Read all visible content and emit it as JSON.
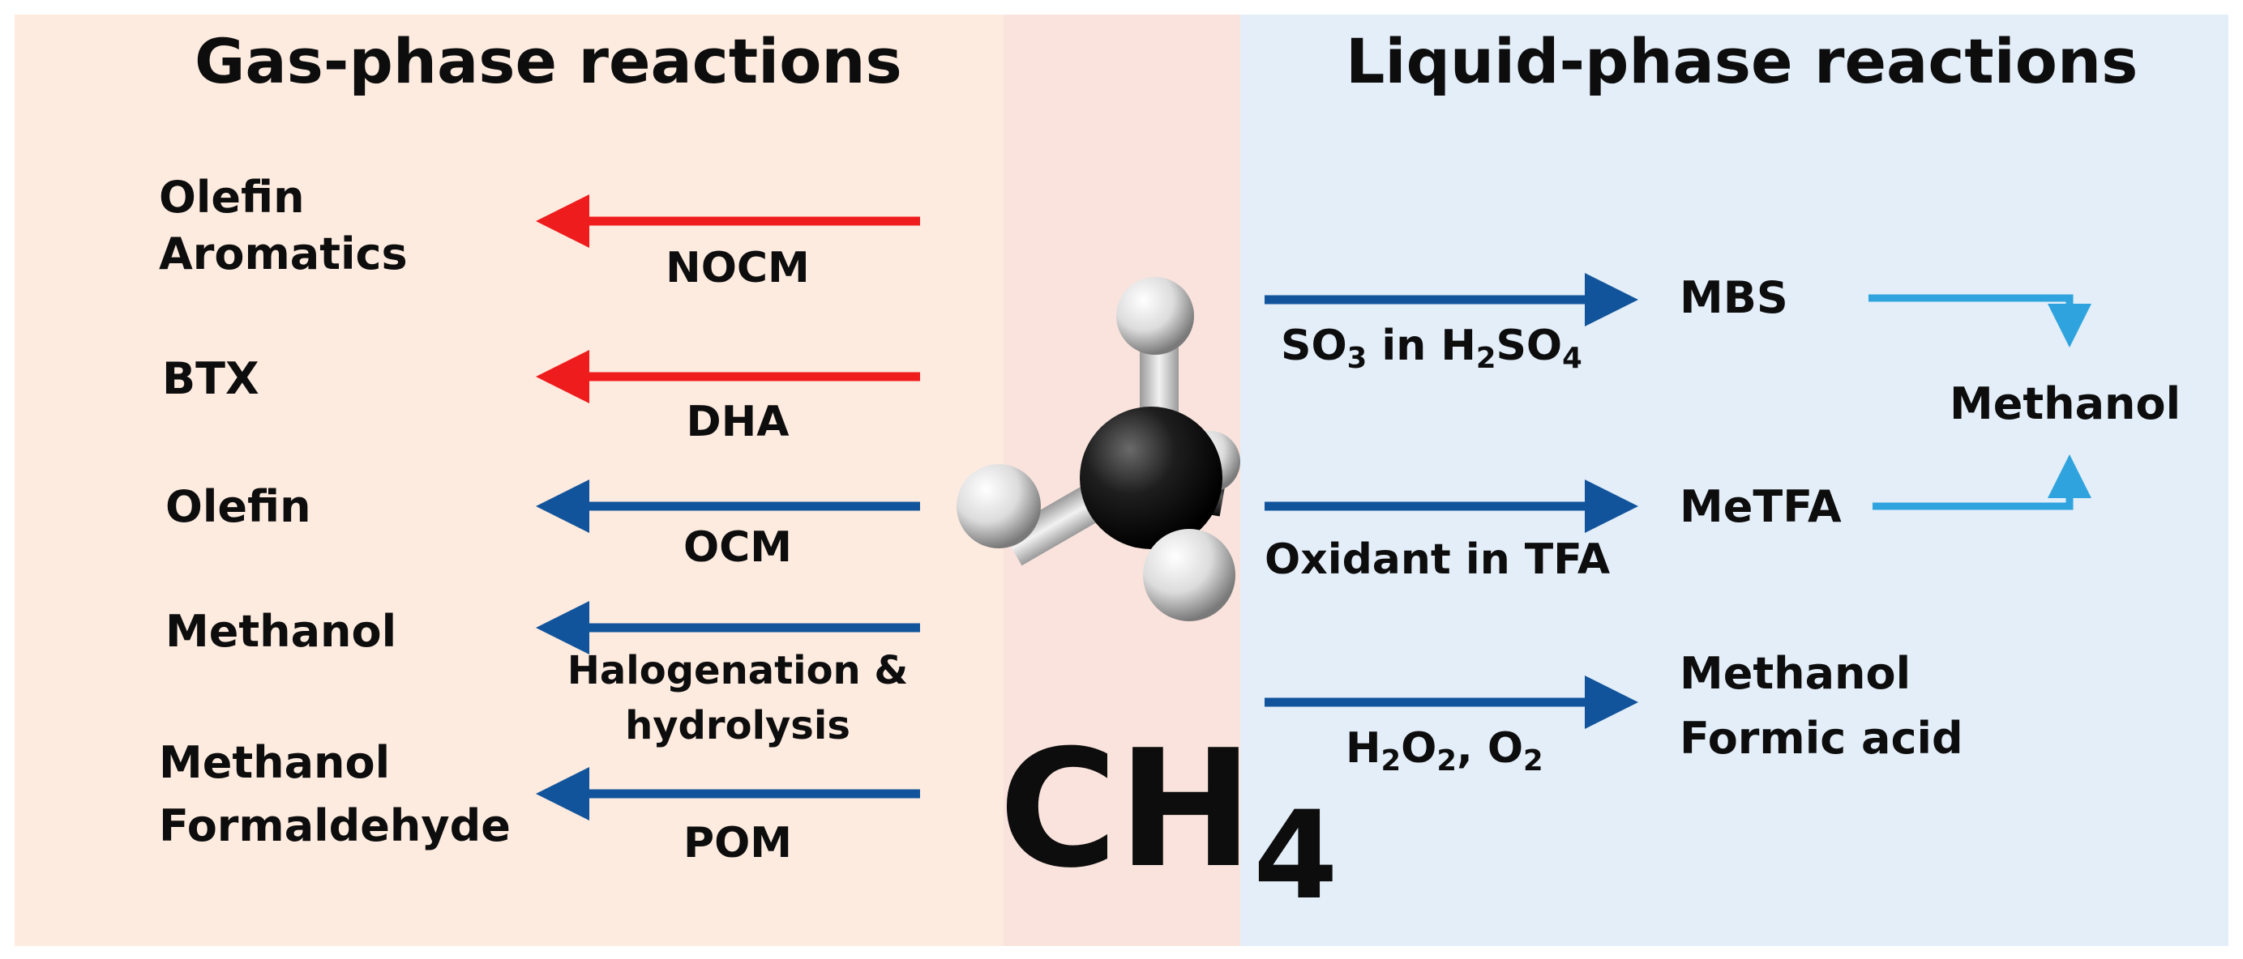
{
  "colors": {
    "gas_bg": "#fdebe0",
    "center_bg": "#f9e3dc",
    "liquid_bg": "#e3eef9",
    "red_arrow": "#ee1c1c",
    "blue_arrow": "#12549b",
    "light_blue_arrow": "#2ea3dd",
    "carbon": "#1a1a1a",
    "hydrogen": "#e8e8e8"
  },
  "gas_phase": {
    "title": "Gas-phase reactions",
    "rows": [
      {
        "products": [
          "Olefin",
          "Aromatics"
        ],
        "label": "NOCM",
        "arrow_color": "red-arrow"
      },
      {
        "products": [
          "BTX"
        ],
        "label": "DHA",
        "arrow_color": "red-arrow"
      },
      {
        "products": [
          "Olefin"
        ],
        "label": "OCM",
        "arrow_color": "blue-arrow"
      },
      {
        "products": [
          "Methanol"
        ],
        "label_lines": [
          "Halogenation &",
          "hydrolysis"
        ],
        "arrow_color": "blue-arrow"
      },
      {
        "products": [
          "Methanol",
          "Formaldehyde"
        ],
        "label": "POM",
        "arrow_color": "blue-arrow"
      }
    ]
  },
  "center": {
    "molecule_icon": "methane-molecule-icon",
    "formula": {
      "main": "CH",
      "subscript": "4"
    }
  },
  "liquid_phase": {
    "title": "Liquid-phase reactions",
    "rows": [
      {
        "product": "MBS",
        "condition": {
          "a": "SO",
          "a_sub": "3",
          "b": " in H",
          "b_sub": "2",
          "c": "SO",
          "c_sub": "4"
        }
      },
      {
        "product": "MeTFA",
        "condition_text": "Oxidant in TFA"
      },
      {
        "products": [
          "Methanol",
          "Formic acid"
        ],
        "condition": {
          "a": "H",
          "a_sub": "2",
          "b": "O",
          "b_sub": "2",
          "c": ", O",
          "c_sub": "2"
        }
      }
    ],
    "final_product": "Methanol"
  }
}
